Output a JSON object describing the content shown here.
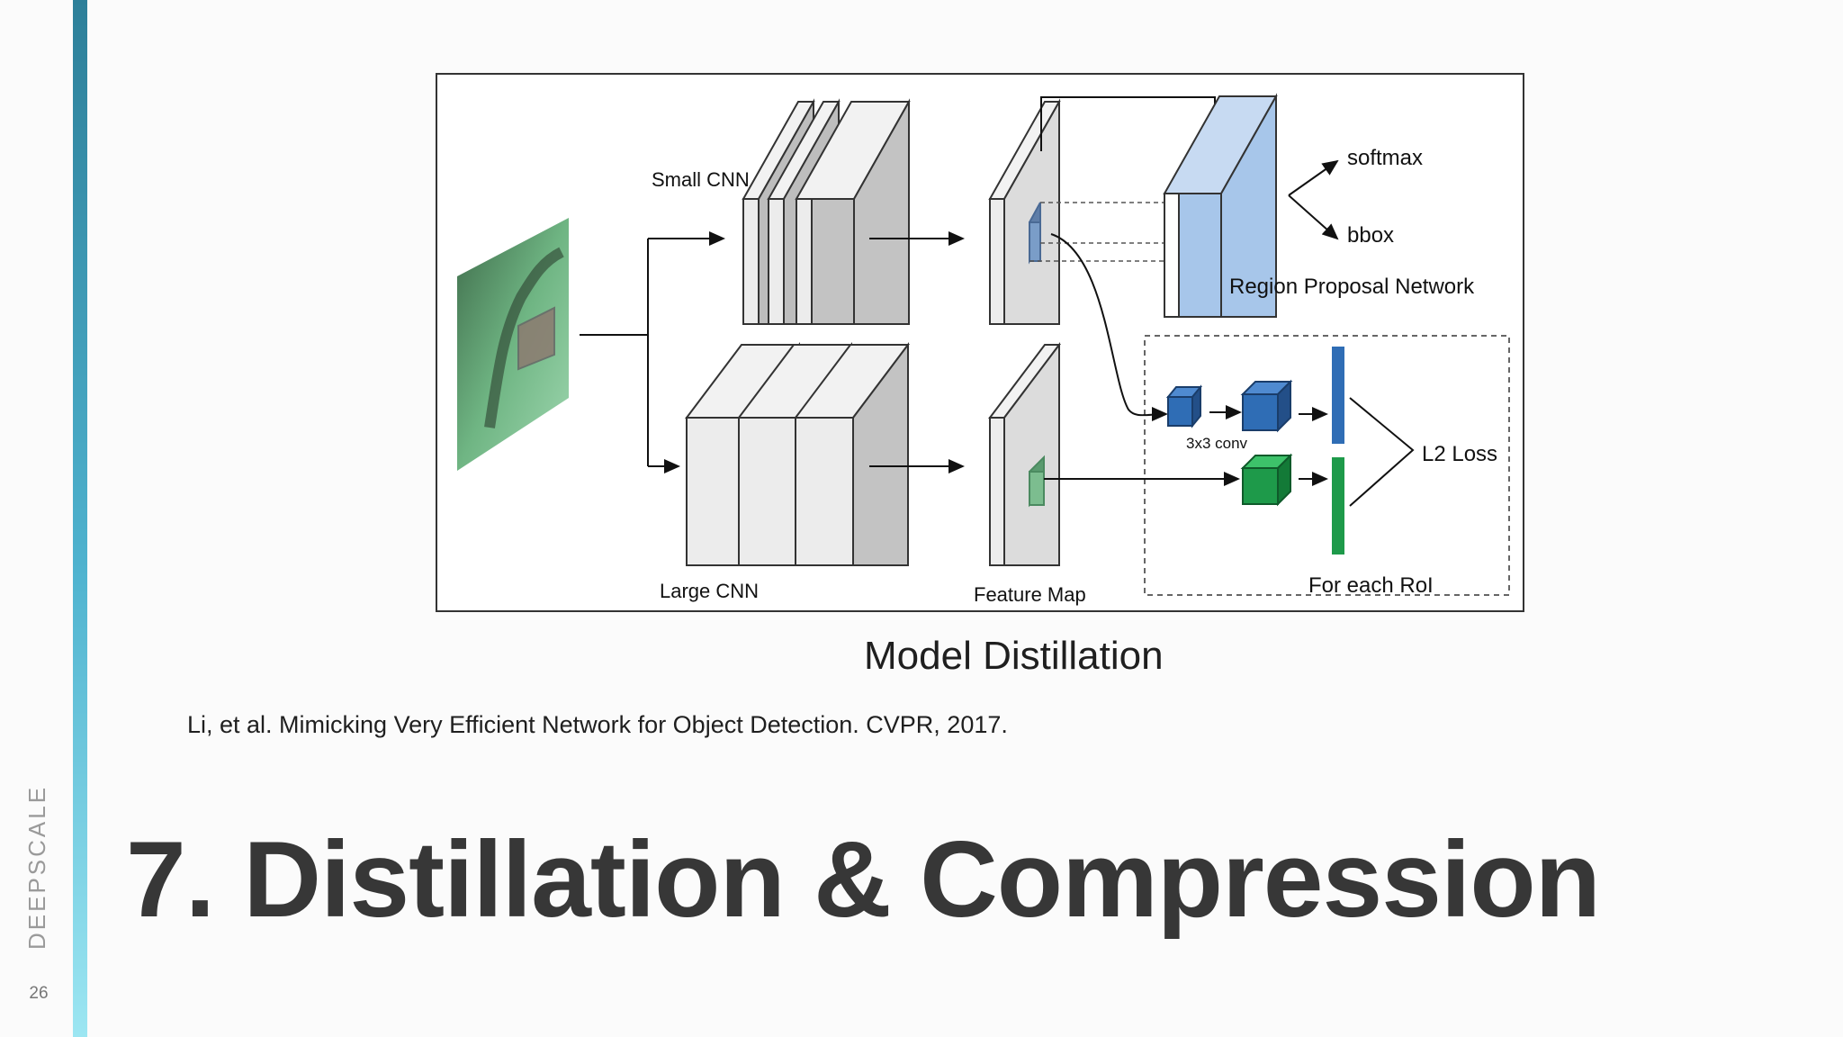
{
  "slide": {
    "page_number": "26",
    "brand": "DEEPSCALE",
    "brand_accent_color": "#d93b3b",
    "accent_bar_colors": [
      "#2d7f99",
      "#9ce6f2"
    ],
    "caption": "Model Distillation",
    "citation": "Li, et al. Mimicking Very Efficient Network for Object Detection. CVPR, 2017.",
    "title": "7. Distillation & Compression"
  },
  "diagram": {
    "small_cnn": "Small CNN",
    "large_cnn": "Large CNN",
    "feature_map": "Feature Map",
    "softmax": "softmax",
    "bbox": "bbox",
    "rpn": "Region Proposal Network",
    "conv": "3x3 conv",
    "loss": "L2 Loss",
    "roi": "For each RoI",
    "colors": {
      "rpn_fill": "#a7c6ea",
      "blue_cube": "#2f6db5",
      "green_cube": "#1e9a4a",
      "layer_gray": "#c9c9c9"
    }
  }
}
